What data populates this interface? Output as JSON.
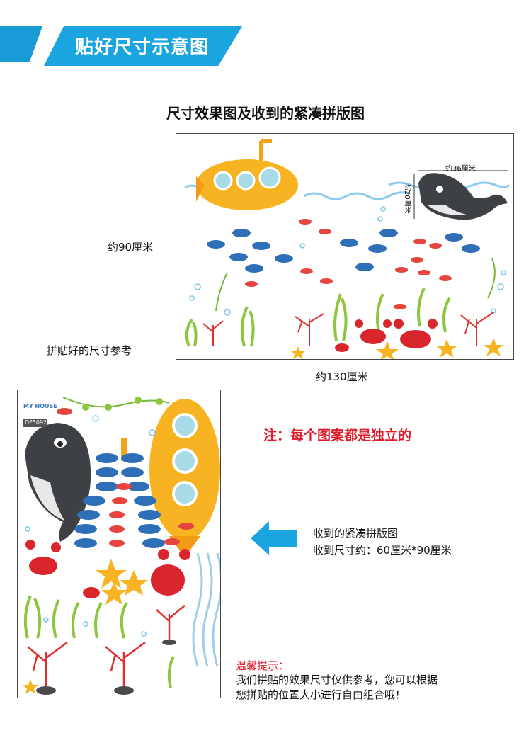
{
  "header": {
    "title": "贴好尺寸示意图"
  },
  "section_title": "尺寸效果图及收到的紧凑拼版图",
  "dimensions": {
    "height_label": "约90厘米",
    "width_label": "约130厘米",
    "reference_label": "拼贴好的尺寸参考",
    "whale_width": "约36厘米",
    "whale_height": "约20厘米"
  },
  "sheet": {
    "code": "DF5092",
    "brand": "MY HOUSE"
  },
  "note": "注：每个图案都是独立的",
  "received": {
    "line1": "收到的紧凑拼版图",
    "line2": "收到尺寸约：60厘米*90厘米"
  },
  "tips": {
    "title": "温馨提示：",
    "line1": "我们拼贴的效果尺寸仅供参考，您可以根据",
    "line2": "您拼贴的位置大小进行自由组合哦！"
  },
  "colors": {
    "banner": "#1aa5e0",
    "note": "#e01b2a",
    "arrow": "#1aa5e0"
  }
}
